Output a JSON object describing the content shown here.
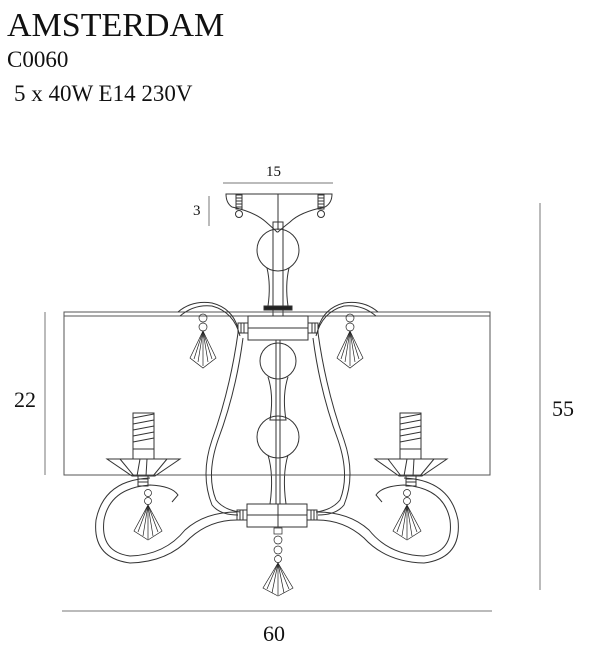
{
  "header": {
    "title": "AMSTERDAM",
    "code": "C0060",
    "spec": "5 x 40W E14 230V"
  },
  "dimensions": {
    "canopy_width": "15",
    "canopy_height": "3",
    "shade_height": "22",
    "total_height": "55",
    "total_width": "60"
  },
  "drawing": {
    "subject": "chandelier-front-elevation",
    "line_color": "#333333",
    "dimension_line_color": "#777777",
    "arms": 5
  }
}
